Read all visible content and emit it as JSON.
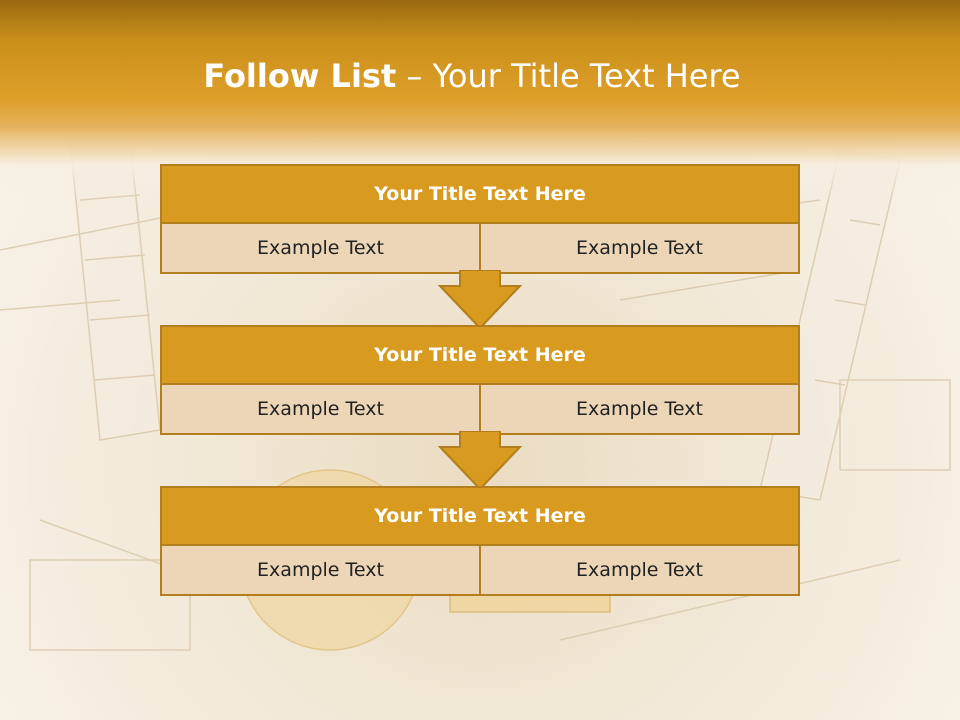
{
  "title": {
    "bold": "Follow List",
    "rest": " – Your Title Text Here"
  },
  "blocks": [
    {
      "title": "Your Title Text Here",
      "left": "Example Text",
      "right": "Example Text"
    },
    {
      "title": "Your Title Text Here",
      "left": "Example Text",
      "right": "Example Text"
    },
    {
      "title": "Your Title Text Here",
      "left": "Example Text",
      "right": "Example Text"
    }
  ],
  "colors": {
    "header": "#d99a20",
    "cell": "#edd6b8",
    "border": "#b37e1d"
  },
  "icons": [
    "down-arrow-icon"
  ]
}
